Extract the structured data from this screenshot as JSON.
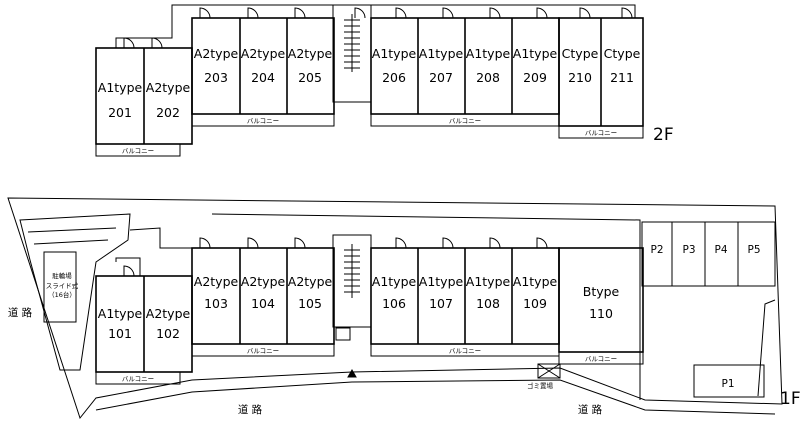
{
  "floor2": {
    "label": "2F",
    "units": [
      {
        "type": "A1type",
        "number": "201"
      },
      {
        "type": "A2type",
        "number": "202"
      },
      {
        "type": "A2type",
        "number": "203"
      },
      {
        "type": "A2type",
        "number": "204"
      },
      {
        "type": "A2type",
        "number": "205"
      },
      {
        "type": "A1type",
        "number": "206"
      },
      {
        "type": "A1type",
        "number": "207"
      },
      {
        "type": "A1type",
        "number": "208"
      },
      {
        "type": "A1type",
        "number": "209"
      },
      {
        "type": "Ctype",
        "number": "210"
      },
      {
        "type": "Ctype",
        "number": "211"
      }
    ],
    "balcony_label": "バルコニー"
  },
  "floor1": {
    "label": "1F",
    "units": [
      {
        "type": "A1type",
        "number": "101"
      },
      {
        "type": "A2type",
        "number": "102"
      },
      {
        "type": "A2type",
        "number": "103"
      },
      {
        "type": "A2type",
        "number": "104"
      },
      {
        "type": "A2type",
        "number": "105"
      },
      {
        "type": "A1type",
        "number": "106"
      },
      {
        "type": "A1type",
        "number": "107"
      },
      {
        "type": "A1type",
        "number": "108"
      },
      {
        "type": "A1type",
        "number": "109"
      },
      {
        "type": "Btype",
        "number": "110"
      }
    ],
    "balcony_label": "バルコニー",
    "parking": [
      "P2",
      "P3",
      "P4",
      "P5",
      "P1"
    ],
    "bicycle_parking": {
      "line1": "駐輪場",
      "line2": "スライド式",
      "line3": "（16台）"
    },
    "garbage_label": "ゴミ置場",
    "road_label": "道 路",
    "road_side_label": "道 路"
  }
}
